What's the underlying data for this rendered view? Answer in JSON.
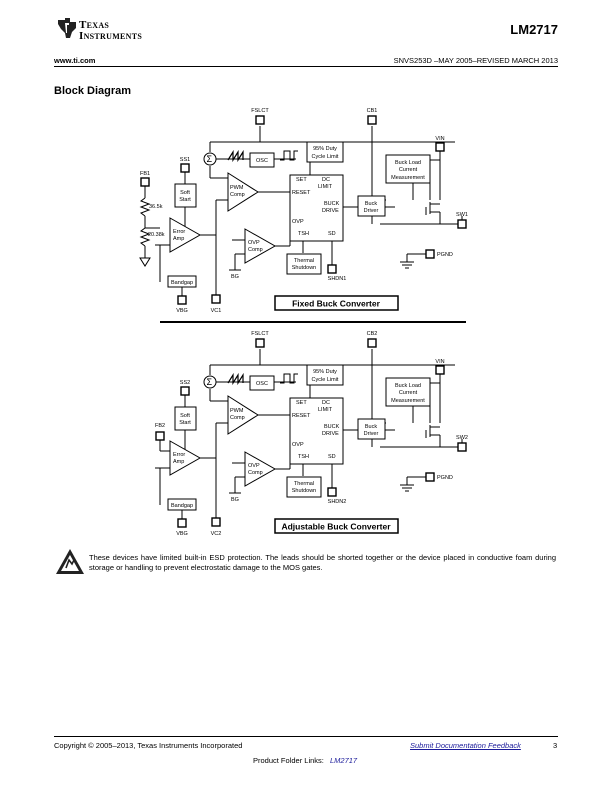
{
  "header": {
    "company_line1": "Texas",
    "company_line2": "Instruments",
    "part_number": "LM2717",
    "website": "www.ti.com",
    "doc_revision": "SNVS253D –MAY 2005–REVISED MARCH 2013"
  },
  "section_title": "Block Diagram",
  "diagram1": {
    "caption": "Fixed Buck Converter",
    "pins": {
      "fslct": "FSLCT",
      "cb": "CB1",
      "ss": "SS1",
      "fb": "FB1",
      "vin": "VIN",
      "sw": "SW1",
      "pgnd": "PGND",
      "shdn": "SHDN1",
      "vbg": "VBG",
      "vc": "VC1",
      "bg": "BG"
    },
    "blocks": {
      "osc": "OSC",
      "duty1": "95% Duty",
      "duty2": "Cycle Limit",
      "soft1": "Soft",
      "soft2": "Start",
      "pwm1": "PWM",
      "pwm2": "Comp",
      "err1": "Error",
      "err2": "Amp",
      "ovp1": "OVP",
      "ovp2": "Comp",
      "bandgap": "Bandgap",
      "therm1": "Thermal",
      "therm2": "Shutdown",
      "buck1": "Buck",
      "buck2": "Driver",
      "meas1": "Buck Load",
      "meas2": "Current",
      "meas3": "Measurement",
      "logic_set": "SET",
      "logic_dc": "DC",
      "logic_limit": "LIMIT",
      "logic_reset": "RESET",
      "logic_buck": "BUCK",
      "logic_drive": "DRIVE",
      "logic_ovp": "OVP",
      "logic_tsh": "TSH",
      "logic_sd": "SD"
    },
    "resistors": {
      "r1": "36.5k",
      "r2": "20.38k"
    }
  },
  "diagram2": {
    "caption": "Adjustable Buck Converter",
    "pins": {
      "fslct": "FSLCT",
      "cb": "CB2",
      "ss": "SS2",
      "fb": "FB2",
      "vin": "VIN",
      "sw": "SW2",
      "pgnd": "PGND",
      "shdn": "SHDN2",
      "vbg": "VBG",
      "vc": "VC2",
      "bg": "BG"
    }
  },
  "esd_note": "These devices have limited built-in ESD protection. The leads should be shorted together or the device placed in conductive foam during storage or handling to prevent electrostatic damage to the MOS gates.",
  "footer": {
    "copyright": "Copyright © 2005–2013, Texas Instruments Incorporated",
    "feedback": "Submit Documentation Feedback",
    "page": "3",
    "folder_label": "Product Folder Links:",
    "folder_link": "LM2717"
  }
}
